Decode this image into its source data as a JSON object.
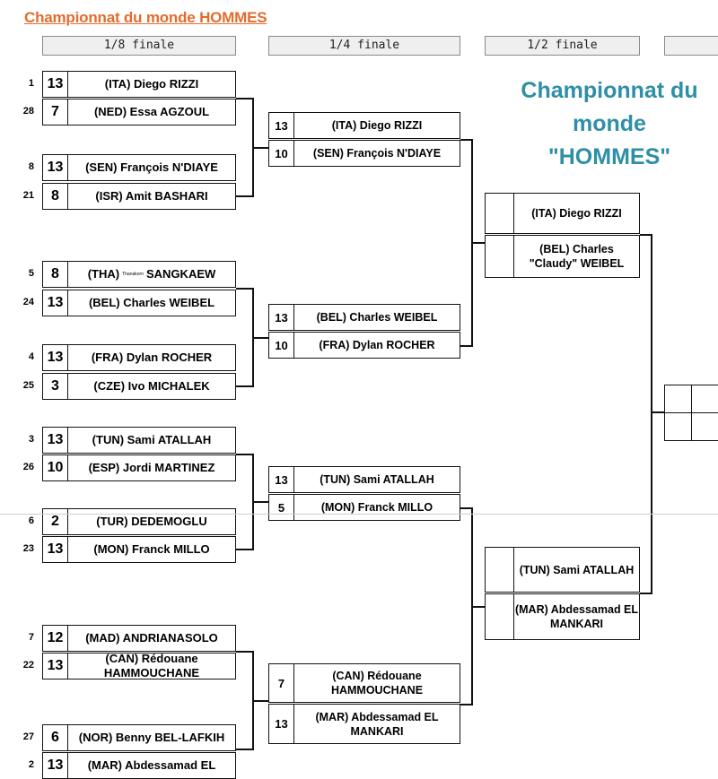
{
  "title": "Championnat du monde HOMMES",
  "banner": [
    "Championnat du",
    "monde",
    "\"HOMMES\""
  ],
  "rounds": {
    "r16": "1/8 finale",
    "qf": "1/4 finale",
    "sf": "1/2 finale"
  },
  "r16": [
    {
      "seed": "1",
      "score": "13",
      "name": "(ITA) Diego RIZZI"
    },
    {
      "seed": "28",
      "score": "7",
      "name": "(NED) Essa AGZOUL"
    },
    {
      "seed": "8",
      "score": "13",
      "name": "(SEN) François N'DIAYE"
    },
    {
      "seed": "21",
      "score": "8",
      "name": "(ISR) Amit BASHARI"
    },
    {
      "seed": "5",
      "score": "8",
      "name_prefix": "(THA)",
      "name_small": "Thanakorn",
      "name_suffix": "SANGKAEW"
    },
    {
      "seed": "24",
      "score": "13",
      "name": "(BEL) Charles WEIBEL"
    },
    {
      "seed": "4",
      "score": "13",
      "name": "(FRA) Dylan ROCHER"
    },
    {
      "seed": "25",
      "score": "3",
      "name": "(CZE) Ivo MICHALEK"
    },
    {
      "seed": "3",
      "score": "13",
      "name": "(TUN) Sami ATALLAH"
    },
    {
      "seed": "26",
      "score": "10",
      "name": "(ESP) Jordi MARTINEZ"
    },
    {
      "seed": "6",
      "score": "2",
      "name": "(TUR) DEDEMOGLU"
    },
    {
      "seed": "23",
      "score": "13",
      "name": "(MON) Franck MILLO"
    },
    {
      "seed": "7",
      "score": "12",
      "name": "(MAD) ANDRIANASOLO"
    },
    {
      "seed": "22",
      "score": "13",
      "name": "(CAN) Rédouane HAMMOUCHANE"
    },
    {
      "seed": "27",
      "score": "6",
      "name": "(NOR) Benny BEL-LAFKIH"
    },
    {
      "seed": "2",
      "score": "13",
      "name": "(MAR) Abdessamad EL"
    }
  ],
  "qf": [
    {
      "score": "13",
      "name": "(ITA) Diego RIZZI"
    },
    {
      "score": "10",
      "name": "(SEN) François N'DIAYE"
    },
    {
      "score": "13",
      "name": "(BEL) Charles WEIBEL"
    },
    {
      "score": "10",
      "name": "(FRA) Dylan ROCHER"
    },
    {
      "score": "13",
      "name": "(TUN) Sami ATALLAH"
    },
    {
      "score": "5",
      "name": "(MON) Franck MILLO"
    },
    {
      "score": "7",
      "name": "(CAN) Rédouane HAMMOUCHANE"
    },
    {
      "score": "13",
      "name": "(MAR) Abdessamad EL MANKARI"
    }
  ],
  "sf": [
    {
      "score": "",
      "name": "(ITA) Diego RIZZI"
    },
    {
      "score": "",
      "name": "(BEL) Charles \"Claudy\" WEIBEL"
    },
    {
      "score": "",
      "name": "(TUN) Sami ATALLAH"
    },
    {
      "score": "",
      "name": "(MAR) Abdessamad EL MANKARI"
    }
  ]
}
